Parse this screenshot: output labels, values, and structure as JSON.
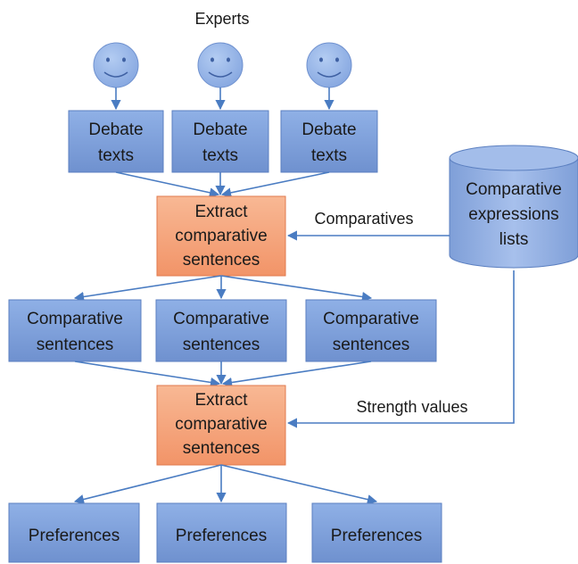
{
  "title": "Experts",
  "experts": [
    "expert-1",
    "expert-2",
    "expert-3"
  ],
  "debate_texts": [
    [
      "Debate",
      "texts"
    ],
    [
      "Debate",
      "texts"
    ],
    [
      "Debate",
      "texts"
    ]
  ],
  "extract_step_1": [
    "Extract",
    "comparative",
    "sentences"
  ],
  "comparative_sentences": [
    [
      "Comparative",
      "sentences"
    ],
    [
      "Comparative",
      "sentences"
    ],
    [
      "Comparative",
      "sentences"
    ]
  ],
  "extract_step_2": [
    "Extract",
    "comparative",
    "sentences"
  ],
  "preferences": [
    "Preferences",
    "Preferences",
    "Preferences"
  ],
  "database": [
    "Comparative",
    "expressions",
    "lists"
  ],
  "edge_labels": {
    "comparatives": "Comparatives",
    "strength_values": "Strength values"
  },
  "colors": {
    "blue_box": "#7f9fd8",
    "blue_border": "#5b7fc0",
    "orange_box": "#f4a57d",
    "orange_border": "#e07a4e",
    "line": "#4a7cc2",
    "face": "#93b3e6"
  },
  "icons": {
    "expert": "smiley-face-icon",
    "database": "cylinder-database-icon"
  }
}
